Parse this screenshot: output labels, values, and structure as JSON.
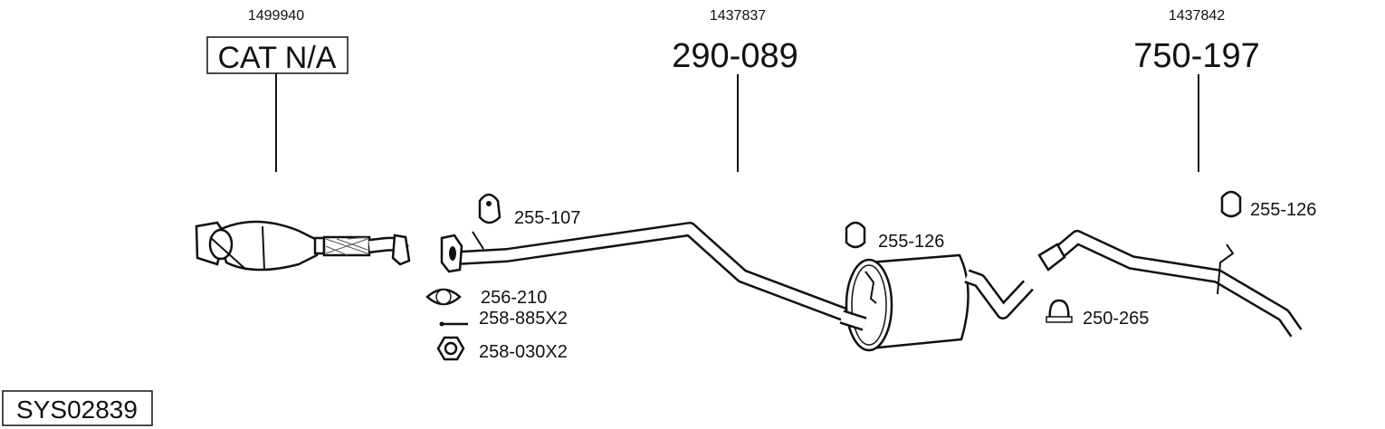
{
  "groups": [
    {
      "ref": "1499940",
      "code": "CAT N/A"
    },
    {
      "ref": "1437837",
      "code": "290-089"
    },
    {
      "ref": "1437842",
      "code": "750-197"
    }
  ],
  "parts": {
    "hanger_front": "255-107",
    "hanger_mid": "255-126",
    "hanger_rear": "255-126",
    "gasket": "256-210",
    "bolt": "258-885X2",
    "nut": "258-030X2",
    "clamp": "250-265"
  },
  "system_id": "SYS02839"
}
